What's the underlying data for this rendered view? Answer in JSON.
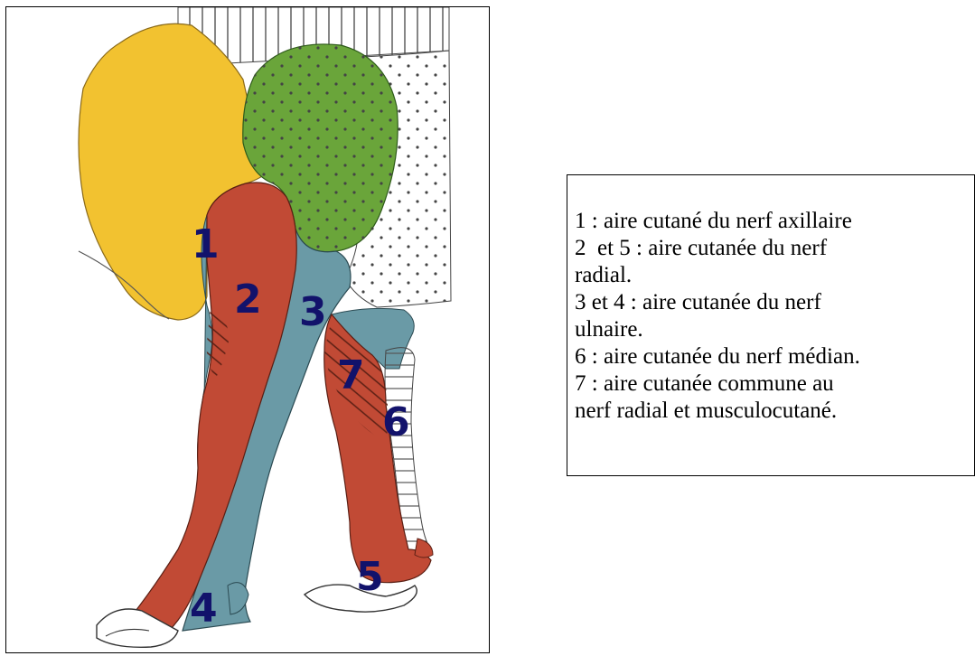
{
  "colors": {
    "axillary": "#f2c230",
    "radial": "#c14a35",
    "ulnar": "#6a9aa6",
    "musculocutaneous_patch": "#6aa53a",
    "label": "#12126b",
    "outline": "#2b2b2b"
  },
  "figure": {
    "region_labels": [
      "1",
      "2",
      "3",
      "4",
      "5",
      "6",
      "7"
    ]
  },
  "legend": {
    "lines": [
      "1 : aire cutané du nerf axillaire",
      "2  et 5 : aire cutanée du nerf",
      "radial.",
      "3 et 4 : aire cutanée du nerf",
      "ulnaire.",
      "6 : aire cutanée du nerf médian.",
      "7 : aire cutanée commune au",
      "nerf radial et musculocutané."
    ]
  }
}
